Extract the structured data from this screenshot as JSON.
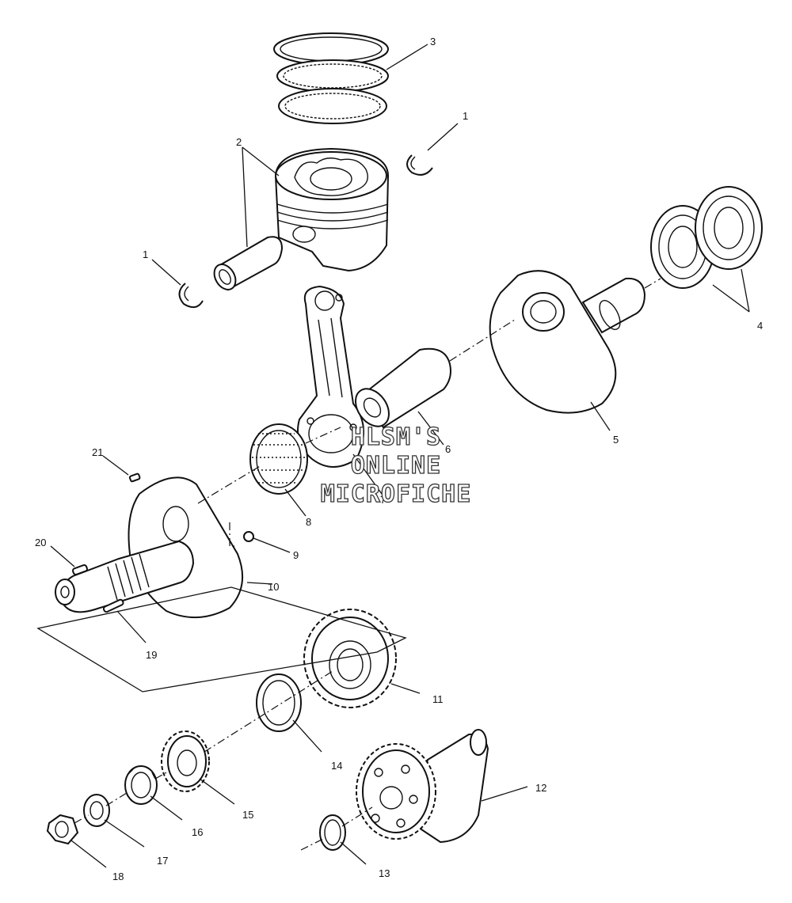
{
  "diagram": {
    "callouts": [
      {
        "id": "c1a",
        "text": "1"
      },
      {
        "id": "c1b",
        "text": "1"
      },
      {
        "id": "c2",
        "text": "2"
      },
      {
        "id": "c3",
        "text": "3"
      },
      {
        "id": "c4",
        "text": "4"
      },
      {
        "id": "c5",
        "text": "5"
      },
      {
        "id": "c6",
        "text": "6"
      },
      {
        "id": "c7",
        "text": "7"
      },
      {
        "id": "c8",
        "text": "8"
      },
      {
        "id": "c9",
        "text": "9"
      },
      {
        "id": "c10",
        "text": "10"
      },
      {
        "id": "c11",
        "text": "11"
      },
      {
        "id": "c12",
        "text": "12"
      },
      {
        "id": "c13",
        "text": "13"
      },
      {
        "id": "c14",
        "text": "14"
      },
      {
        "id": "c15",
        "text": "15"
      },
      {
        "id": "c16",
        "text": "16"
      },
      {
        "id": "c17",
        "text": "17"
      },
      {
        "id": "c18",
        "text": "18"
      },
      {
        "id": "c19",
        "text": "19"
      },
      {
        "id": "c20",
        "text": "20"
      },
      {
        "id": "c21",
        "text": "21"
      }
    ],
    "watermark": [
      "HLSM'S",
      "ONLINE",
      "MICROFICHE"
    ]
  }
}
